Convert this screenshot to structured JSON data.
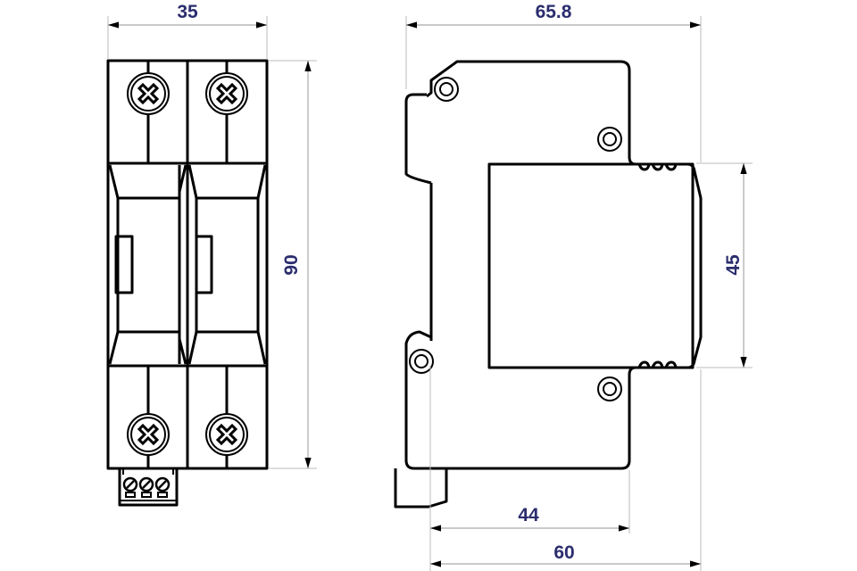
{
  "dimensions": {
    "front_width": "35",
    "front_height": "90",
    "side_width": "65.8",
    "cover_height": "45",
    "rail_to_front": "44",
    "rail_to_cover": "60"
  },
  "colors": {
    "dimension_text": "#2b2d6e",
    "outline": "#000000",
    "dimension_line": "#aaaaaa"
  }
}
